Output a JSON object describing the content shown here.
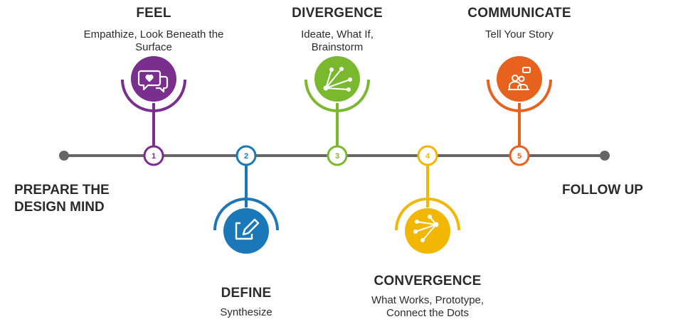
{
  "start_label": "PREPARE THE DESIGN MIND",
  "end_label": "FOLLOW UP",
  "steps": [
    {
      "number": "1",
      "title": "FEEL",
      "subtitle": "Empathize, Look Beneath the Surface",
      "color": "#7a2e8e",
      "icon": "chat-heart-icon"
    },
    {
      "number": "2",
      "title": "DEFINE",
      "subtitle": "Synthesize",
      "color": "#1b78b8",
      "icon": "edit-pencil-icon"
    },
    {
      "number": "3",
      "title": "DIVERGENCE",
      "subtitle": "Ideate, What If, Brainstorm",
      "color": "#7ab82e",
      "icon": "diverging-arrows-icon"
    },
    {
      "number": "4",
      "title": "CONVERGENCE",
      "subtitle": "What Works, Prototype, Connect the Dots",
      "color": "#f2b705",
      "icon": "converging-arrows-icon"
    },
    {
      "number": "5",
      "title": "COMMUNICATE",
      "subtitle": "Tell Your Story",
      "color": "#e8621f",
      "icon": "presenter-icon"
    }
  ]
}
